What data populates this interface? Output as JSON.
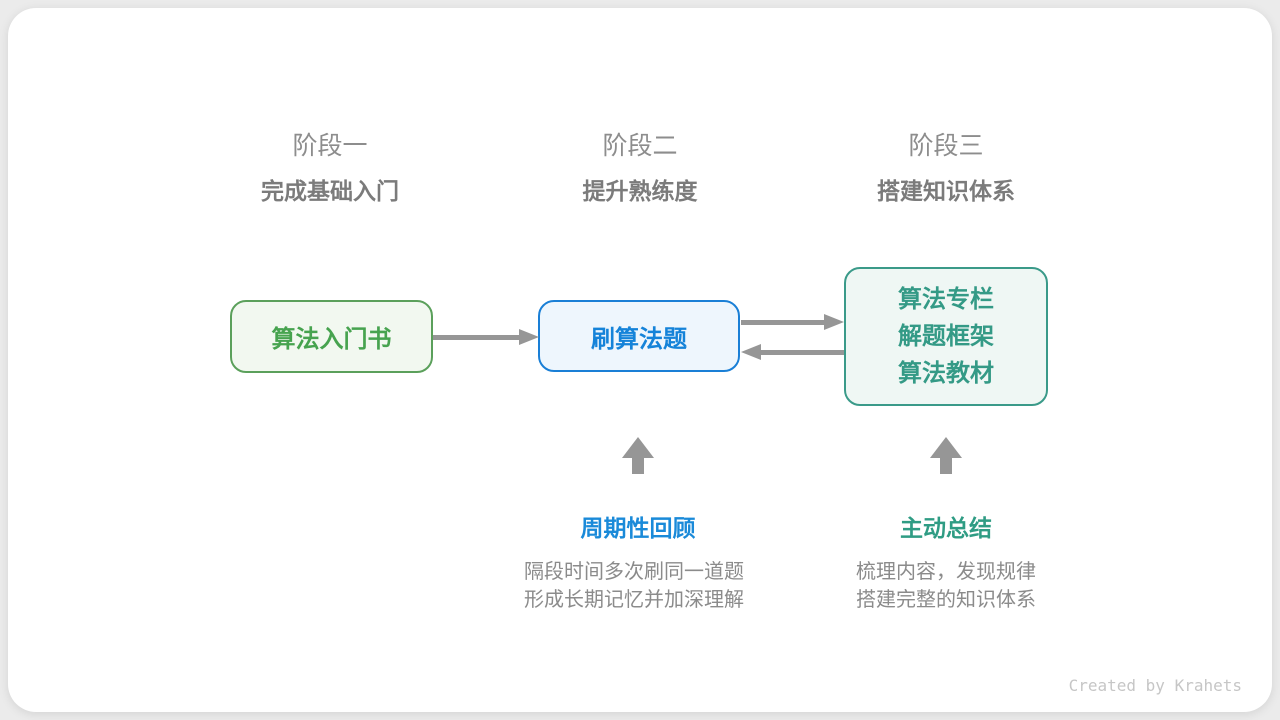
{
  "stages": [
    {
      "label": "阶段一",
      "subtitle": "完成基础入门"
    },
    {
      "label": "阶段二",
      "subtitle": "提升熟练度"
    },
    {
      "label": "阶段三",
      "subtitle": "搭建知识体系"
    }
  ],
  "nodes": {
    "intro_book": {
      "label": "算法入门书"
    },
    "practice": {
      "label": "刷算法题"
    },
    "resources": {
      "lines": [
        "算法专栏",
        "解题框架",
        "算法教材"
      ]
    }
  },
  "annotations": {
    "review": {
      "title": "周期性回顾",
      "lines": [
        "隔段时间多次刷同一道题",
        "形成长期记忆并加深理解"
      ]
    },
    "summarize": {
      "title": "主动总结",
      "lines": [
        "梳理内容，发现规律",
        "搭建完整的知识体系"
      ]
    }
  },
  "footer": {
    "credit": "Created by Krahets"
  },
  "icons": {
    "arrow_right": "right-arrow-icon",
    "arrow_left": "left-arrow-icon",
    "arrow_up": "up-arrow-icon"
  },
  "colors": {
    "page_background": "#ebebeb",
    "card_background": "#ffffff",
    "green_border": "#5ba05b",
    "green_background": "#f2f8f0",
    "green_text": "#47a34f",
    "blue_border": "#1a7fd6",
    "blue_background": "#eef6fd",
    "blue_text": "#1583d9",
    "teal_border": "#3a9a89",
    "teal_background": "#eff7f4",
    "teal_text": "#349a86",
    "arrow_gray": "#969696",
    "stage_label_gray": "#8d8d8d",
    "stage_subtitle_gray": "#7b7b7b",
    "annotation_blue": "#1a8ad9",
    "annotation_teal": "#2f9c84",
    "description_gray": "#8b8b8b",
    "credit_gray": "#c6c6c6"
  }
}
